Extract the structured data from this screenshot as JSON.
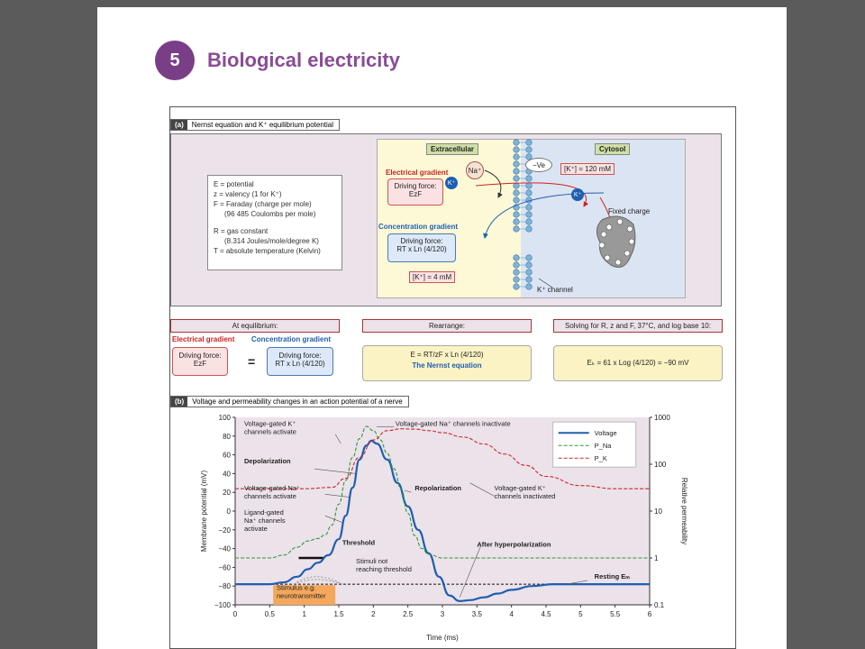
{
  "chapter": {
    "number": "5",
    "title": "Biological electricity"
  },
  "panel_a": {
    "tag": "(a)",
    "title": "Nernst equation and K⁺ equilibrium potential",
    "variables": [
      "E = potential",
      "z = valency (1 for K⁺)",
      "F = Faraday (charge per mole)",
      "(96 485 Coulombs per mole)",
      "",
      "R = gas constant",
      "(8.314 Joules/mole/degree K)",
      "T = absolute temperature (Kelvin)"
    ],
    "extracellular": "Extracellular",
    "cytosol": "Cytosol",
    "na_ion": "Na⁺",
    "k_ion": "K⁺",
    "neg_ve": "−Ve",
    "k_in": "[K⁺] = 120 mM",
    "k_out": "[K⁺] = 4 mM",
    "fixed_charge": "Fixed charge",
    "k_channel": "K⁺ channel",
    "electrical_gradient": "Electrical gradient",
    "electrical_force_line1": "Driving force:",
    "electrical_force_line2": "EzF",
    "concentration_gradient": "Concentration gradient",
    "concentration_force_line1": "Driving force:",
    "concentration_force_line2": "RT x Ln (4/120)"
  },
  "equilibrium": {
    "header": "At equilibrium:",
    "electrical": "Electrical gradient",
    "concentration": "Concentration gradient",
    "left_line1": "Driving force:",
    "left_line2": "EzF",
    "equals": "=",
    "right_line1": "Driving force:",
    "right_line2": "RT x Ln (4/120)"
  },
  "rearrange": {
    "header": "Rearrange:",
    "equation": "E = RT/zF x Ln (4/120)",
    "caption": "The Nernst equation"
  },
  "solving": {
    "header": "Solving for R, z and F, 37°C, and log base 10:",
    "equation": "Eₖ = 61 x Log (4/120) = −90 mV"
  },
  "panel_b": {
    "tag": "(b)",
    "title": "Voltage and permeability changes in an action potential of a nerve"
  },
  "chart_data": {
    "type": "line",
    "xlabel": "Time (ms)",
    "ylabel": "Membrane potential (mV)",
    "y2label": "Relative permeability",
    "xlim": [
      0,
      6
    ],
    "ylim": [
      -100,
      100
    ],
    "y2lim": [
      0.1,
      1000
    ],
    "y2scale": "log",
    "xticks": [
      "0",
      "0.5",
      "1",
      "1.5",
      "2",
      "2.5",
      "3",
      "3.5",
      "4",
      "4.5",
      "5",
      "5.5",
      "6"
    ],
    "yticks": [
      "100",
      "80",
      "60",
      "40",
      "20",
      "0",
      "−20",
      "−40",
      "−60",
      "−80",
      "−100"
    ],
    "y2ticks": [
      "1000",
      "100",
      "10",
      "1",
      "0.1"
    ],
    "legend": {
      "position": "top-right",
      "items": [
        "Voltage",
        "P_Na",
        "P_K"
      ]
    },
    "series": [
      {
        "name": "Voltage",
        "color": "#1f5fb0",
        "style": "solid",
        "x": [
          0,
          0.5,
          0.7,
          0.9,
          1.05,
          1.2,
          1.35,
          1.5,
          1.6,
          1.7,
          1.8,
          1.9,
          1.97,
          2.05,
          2.2,
          2.35,
          2.5,
          2.65,
          2.8,
          2.95,
          3.1,
          3.25,
          3.4,
          3.6,
          3.8,
          4.0,
          4.3,
          4.6,
          5.0,
          6.0
        ],
        "y": [
          -78,
          -78,
          -76,
          -70,
          -62,
          -55,
          -47,
          -30,
          -5,
          25,
          55,
          70,
          75,
          72,
          55,
          30,
          5,
          -20,
          -45,
          -70,
          -90,
          -96,
          -95,
          -92,
          -88,
          -84,
          -80,
          -78,
          -78,
          -78
        ]
      },
      {
        "name": "P_Na",
        "color": "#2a9a3a",
        "style": "dashed",
        "x": [
          0,
          0.5,
          0.7,
          0.9,
          1.05,
          1.2,
          1.3,
          1.4,
          1.5,
          1.6,
          1.7,
          1.8,
          1.9,
          2.0,
          2.1,
          2.2,
          2.3,
          2.4,
          2.5,
          2.6,
          2.7,
          2.8,
          3.0,
          3.5,
          4.0,
          6.0
        ],
        "y": [
          1,
          1,
          1.15,
          1.7,
          2.3,
          2.6,
          3.1,
          5,
          14,
          45,
          140,
          350,
          640,
          520,
          330,
          170,
          80,
          30,
          9,
          3,
          1.6,
          1.2,
          1,
          1,
          1,
          1
        ]
      },
      {
        "name": "P_K",
        "color": "#cc2a2a",
        "style": "dashed",
        "x": [
          0,
          0.5,
          1.0,
          1.4,
          1.6,
          1.8,
          2.0,
          2.2,
          2.4,
          2.6,
          2.8,
          3.0,
          3.3,
          3.6,
          3.9,
          4.2,
          4.5,
          5.0,
          5.5,
          6.0
        ],
        "y": [
          30,
          30,
          30,
          32,
          50,
          140,
          330,
          520,
          570,
          560,
          520,
          470,
          380,
          270,
          165,
          95,
          55,
          35,
          30,
          30
        ]
      }
    ],
    "reference_line": {
      "name": "Resting Em",
      "y": -78,
      "style": "dashed",
      "color": "#111"
    },
    "threshold": {
      "y": -50
    },
    "annotations": [
      "Voltage-gated K⁺ channels activate",
      "Voltage-gated Na⁺ channels inactivate",
      "Depolarization",
      "Voltage-gated Na⁺ channels activate",
      "Ligand-gated Na⁺ channels activate",
      "Threshold",
      "Stimuli not reaching threshold",
      "Repolarization",
      "Voltage-gated K⁺ channels inactivated",
      "After hyperpolarization",
      "Resting Eₘ",
      "Stimulus e.g. neurotransmitter"
    ]
  }
}
